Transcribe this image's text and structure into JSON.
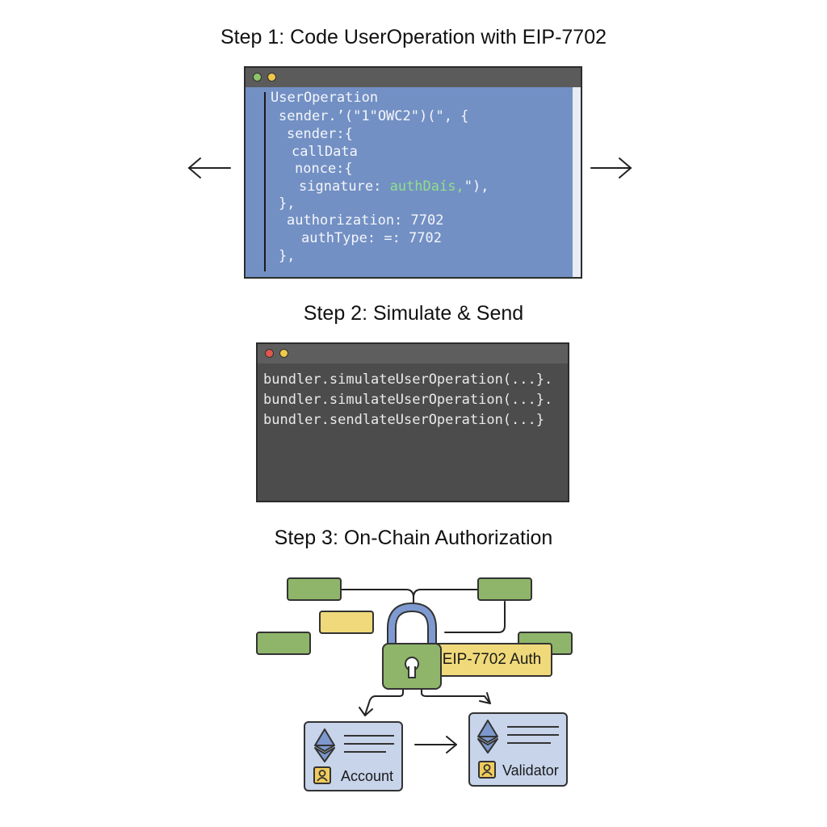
{
  "step1": {
    "title": "Step 1: Code UserOperation with EIP-7702",
    "code_lines": [
      "UserOperation",
      "sender.’(\"1\"OWC2\")(\", {",
      "sender:{",
      "callData",
      "nonce:{",
      "signature: ",
      "},",
      "authorization: 7702",
      "authType: =: 7702",
      "},"
    ],
    "signature_highlight": "authDaís‚",
    "signature_tail": "\"),"
  },
  "step2": {
    "title": "Step 2: Simulate & Send",
    "code_lines": [
      "bundler.simulateUserOperation(...}.",
      "bundler.simulateUserOperation(...}.",
      "bundler.sendlateUserOperation(...}"
    ]
  },
  "step3": {
    "title": "Step 3: On-Chain Authorization",
    "auth_label": "EIP-7702 Auth",
    "account_label": "Account",
    "validator_label": "Validator"
  },
  "colors": {
    "editor_blue": "#7390c4",
    "terminal_dark": "#4c4c4c",
    "block_green": "#8fb56a",
    "block_yellow": "#f0d97a",
    "card_blue": "#c7d4ea",
    "code_highlight_green": "#8fe08a"
  },
  "icons": [
    "arrow-left-icon",
    "arrow-right-icon",
    "padlock-icon",
    "ethereum-icon",
    "user-icon",
    "window-dot-icon"
  ]
}
